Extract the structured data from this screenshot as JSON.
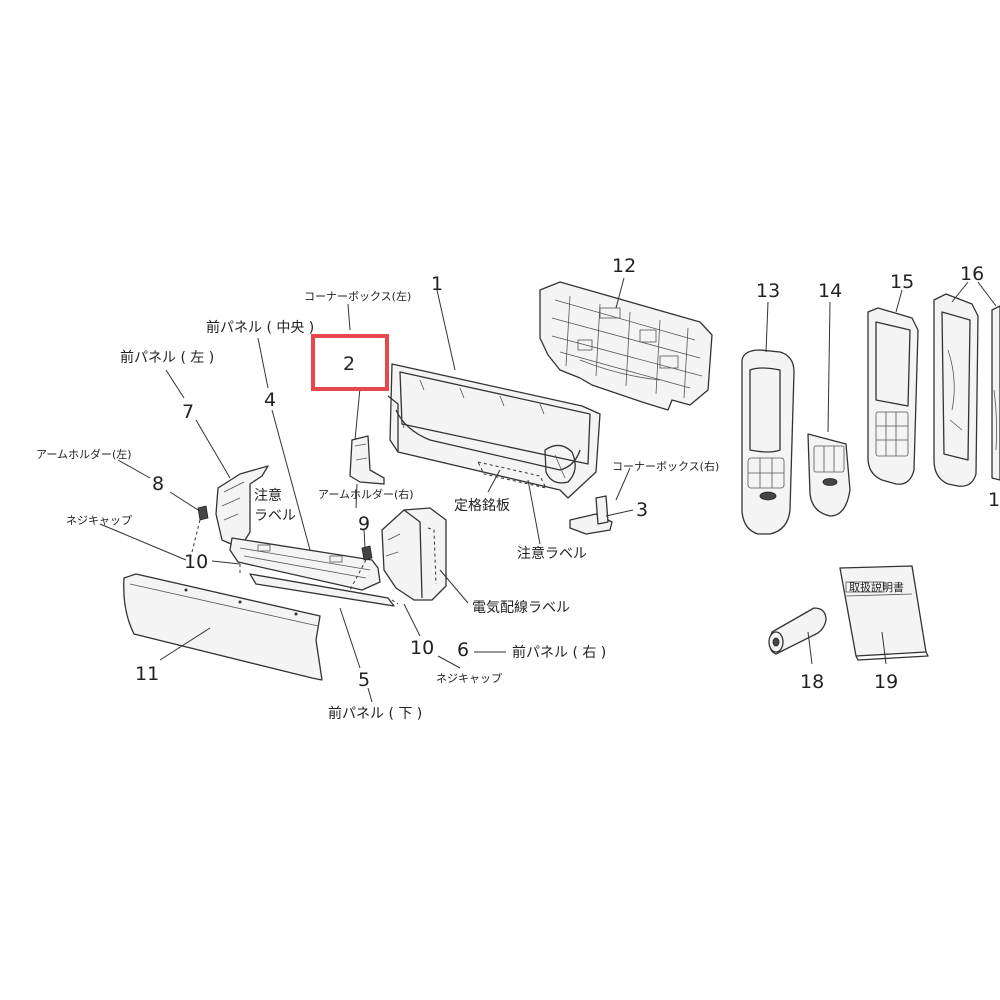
{
  "part_numbers": [
    "1",
    "2",
    "3",
    "4",
    "5",
    "6",
    "7",
    "8",
    "9",
    "10",
    "10",
    "11",
    "12",
    "13",
    "14",
    "15",
    "16",
    "18",
    "19",
    "1"
  ],
  "labels": {
    "corner_box_left": "コーナーボックス(左)",
    "corner_box_right": "コーナーボックス(右)",
    "front_panel_center": "前パネル ( 中央 )",
    "front_panel_left": "前パネル ( 左 )",
    "front_panel_right": "前パネル ( 右 )",
    "front_panel_bottom": "前パネル ( 下 )",
    "arm_holder_left": "アームホルダー(左)",
    "arm_holder_right": "アームホルダー(右)",
    "screw_cap_1": "ネジキャップ",
    "screw_cap_2": "ネジキャップ",
    "caution_label_line1": "注意",
    "caution_label_line2": "ラベル",
    "rating_plate": "定格銘板",
    "caution_label_2": "注意ラベル",
    "wiring_label": "電気配線ラベル",
    "manual_cover": "取扱説明書"
  },
  "highlight": {
    "target": "2",
    "color": "#e8484c"
  }
}
